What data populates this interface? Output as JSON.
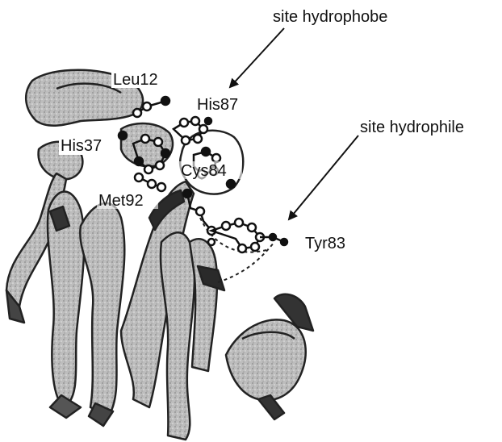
{
  "labels": {
    "site_hydrophobe": "site hydrophobe",
    "site_hydrophile": "site hydrophile",
    "leu12": "Leu12",
    "his87": "His87",
    "his37": "His37",
    "cys84": "Cys84",
    "met92": "Met92",
    "tyr83": "Tyr83"
  },
  "colors": {
    "ribbon_fill": "#b9b9b9",
    "ribbon_dark": "#3a3a3a",
    "ink": "#111111"
  }
}
